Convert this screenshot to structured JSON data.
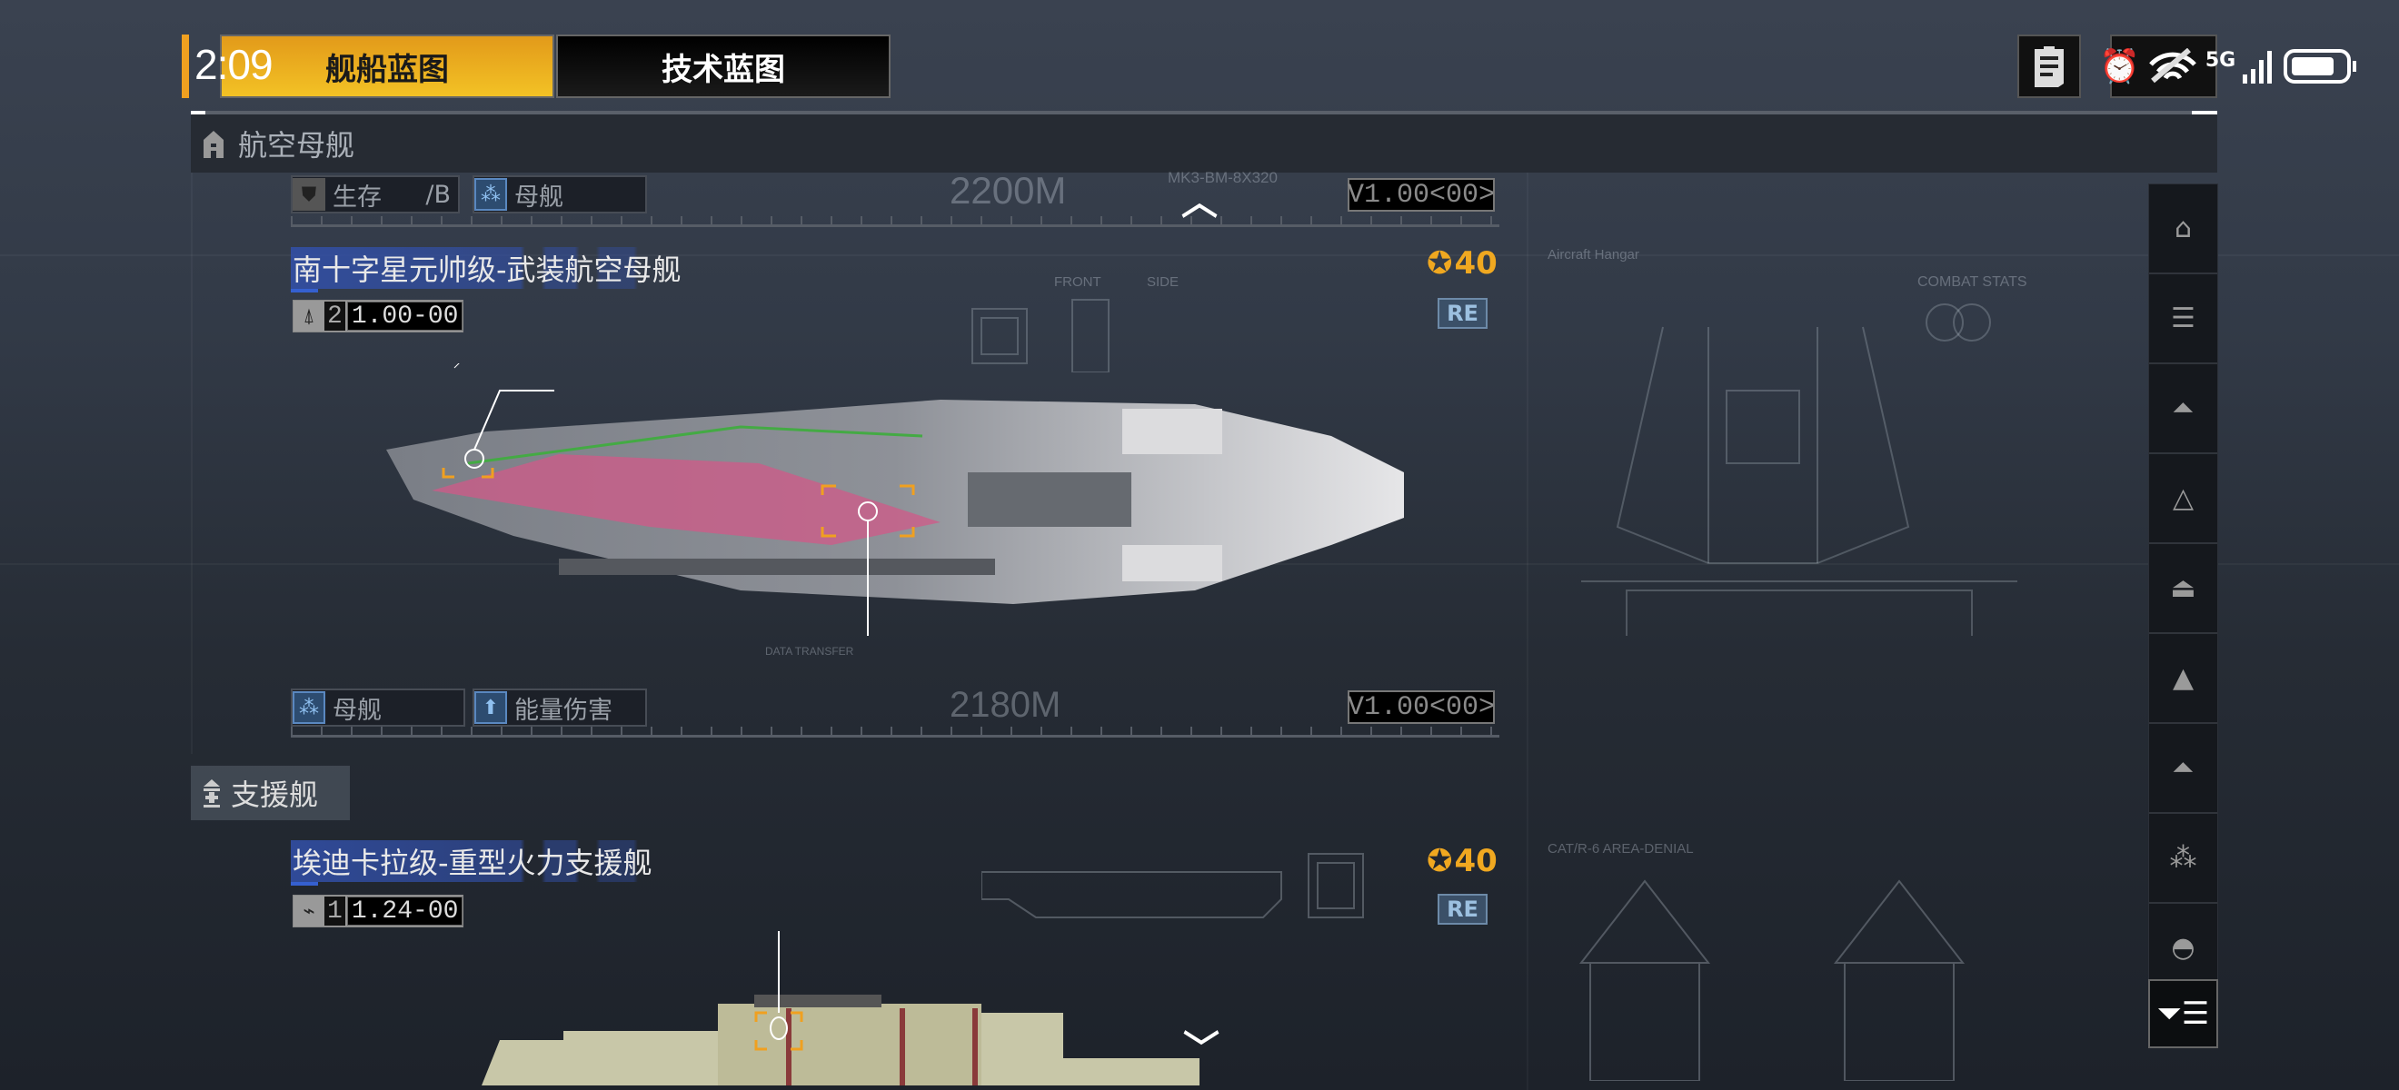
{
  "status_bar": {
    "time": "2:09",
    "network": "5G",
    "icons": [
      "alarm-icon",
      "wifi-off-icon",
      "signal-icon",
      "battery-icon"
    ]
  },
  "tabs": [
    {
      "label": "舰船蓝图",
      "active": true
    },
    {
      "label": "技术蓝图",
      "active": false
    }
  ],
  "colors": {
    "accent": "#f0a020",
    "tag_blue": "#3560d0",
    "re_badge": "#3b5068"
  },
  "sections": [
    {
      "category": "航空母舰",
      "top_tags": [
        {
          "icon": "shield-icon",
          "label": "生存",
          "suffix": "/B"
        },
        {
          "icon": "carrier-icon",
          "label": "母舰"
        }
      ],
      "ship": {
        "name": "南十字星元帅级-武装航空母舰",
        "tier": "2",
        "code": "1.00-00",
        "rank": "40",
        "badge": "RE",
        "version_top": "V1.00<00>",
        "version_bottom": "V1.00<00>",
        "length_top": "2200M",
        "length_bottom": "2180M",
        "bottom_tags": [
          {
            "icon": "carrier-icon",
            "label": "母舰"
          },
          {
            "icon": "arrow-up-icon",
            "label": "能量伤害"
          }
        ]
      },
      "blueprint_text": {
        "model": "MK3-BM-8X320",
        "front": "FRONT",
        "side": "SIDE",
        "hangar": "Aircraft Hangar",
        "combat": "COMBAT STATS",
        "data": "DATA TRANSFER"
      }
    },
    {
      "category": "支援舰",
      "ship": {
        "name": "埃迪卡拉级-重型火力支援舰",
        "tier": "1",
        "code": "1.24-00",
        "rank": "40",
        "badge": "RE"
      },
      "blueprint_text": {
        "area": "CAT/R-6 AREA-DENIAL"
      }
    }
  ],
  "sidebar": {
    "items": [
      "carrier",
      "support",
      "destroyer-heavy",
      "destroyer",
      "frigate-heavy",
      "frigate",
      "corvette",
      "fighter",
      "other"
    ],
    "filter_label": "filter"
  }
}
